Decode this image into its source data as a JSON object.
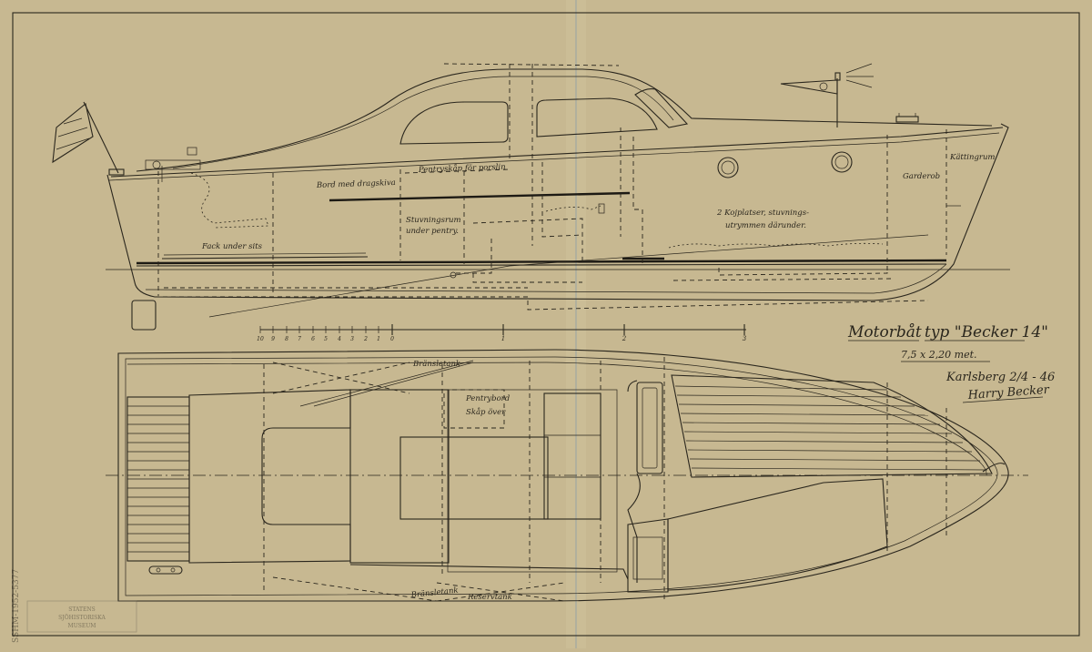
{
  "title": {
    "name": "Motorbåt",
    "type": "typ \"Becker 14\"",
    "dimensions": "7,5 x 2,20 met.",
    "place_date": "Karlsberg 2/4 - 46",
    "signature": "Harry Becker"
  },
  "labels": {
    "pentry_porslin": "Pentryskåp för porslin",
    "bord_dragskiva": "Bord med dragskiva",
    "stuvningsrum": "Stuvningsrum",
    "under_pentry": "under pentry.",
    "fack_under_sits": "Fack under sits",
    "kojplatser_1": "2 Kojplatser, stuvnings-",
    "kojplatser_2": "utrymmen därunder.",
    "garderob": "Garderob",
    "kattingrum": "Kättingrum",
    "bransletank_top": "Bränsletank",
    "pentrybord": "Pentrybord",
    "skap_over": "Skåp över",
    "bransletank_bottom": "Bränsletank",
    "reservtank": "Reservtank"
  },
  "scale": {
    "ticks_left": [
      "10",
      "9",
      "8",
      "7",
      "6",
      "5",
      "4",
      "3",
      "2",
      "1",
      "0"
    ],
    "ticks_main": [
      "1",
      "2",
      "3"
    ]
  },
  "stamp": {
    "line1": "STATENS",
    "line2": "SJÖHISTORISKA",
    "line3": "MUSEUM"
  },
  "margin_id": "SSHM-1952-5377"
}
